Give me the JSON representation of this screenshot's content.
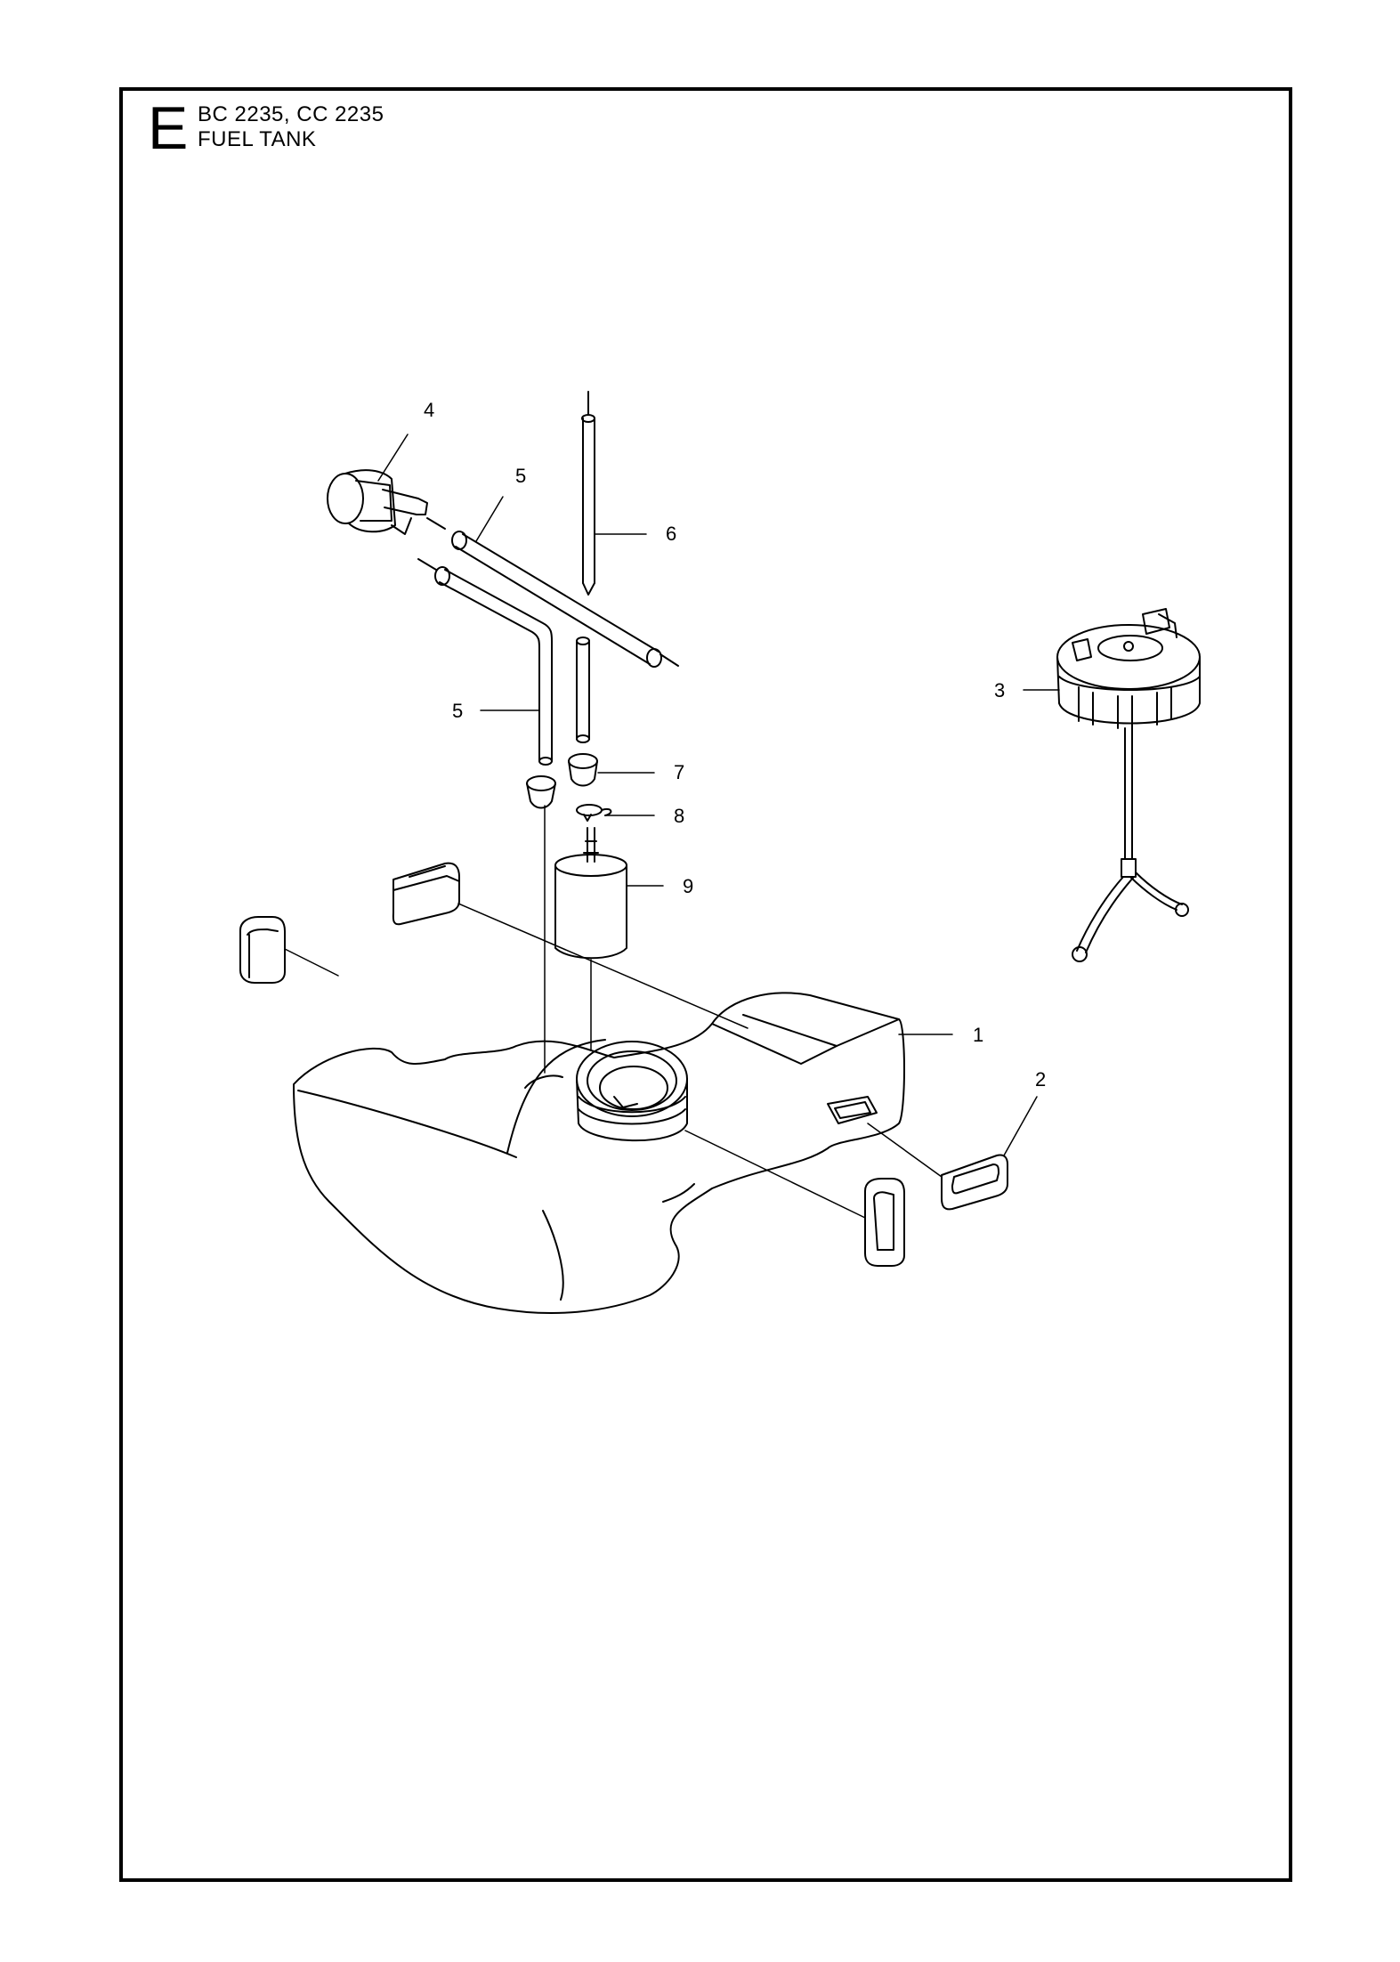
{
  "header": {
    "section_letter": "E",
    "models": "BC 2235, CC 2235",
    "title": "FUEL TANK"
  },
  "callouts": [
    {
      "id": "c1",
      "label": "1"
    },
    {
      "id": "c2",
      "label": "2"
    },
    {
      "id": "c3",
      "label": "3"
    },
    {
      "id": "c4",
      "label": "4"
    },
    {
      "id": "c5a",
      "label": "5"
    },
    {
      "id": "c5b",
      "label": "5"
    },
    {
      "id": "c6",
      "label": "6"
    },
    {
      "id": "c7",
      "label": "7"
    },
    {
      "id": "c8",
      "label": "8"
    },
    {
      "id": "c9",
      "label": "9"
    }
  ]
}
